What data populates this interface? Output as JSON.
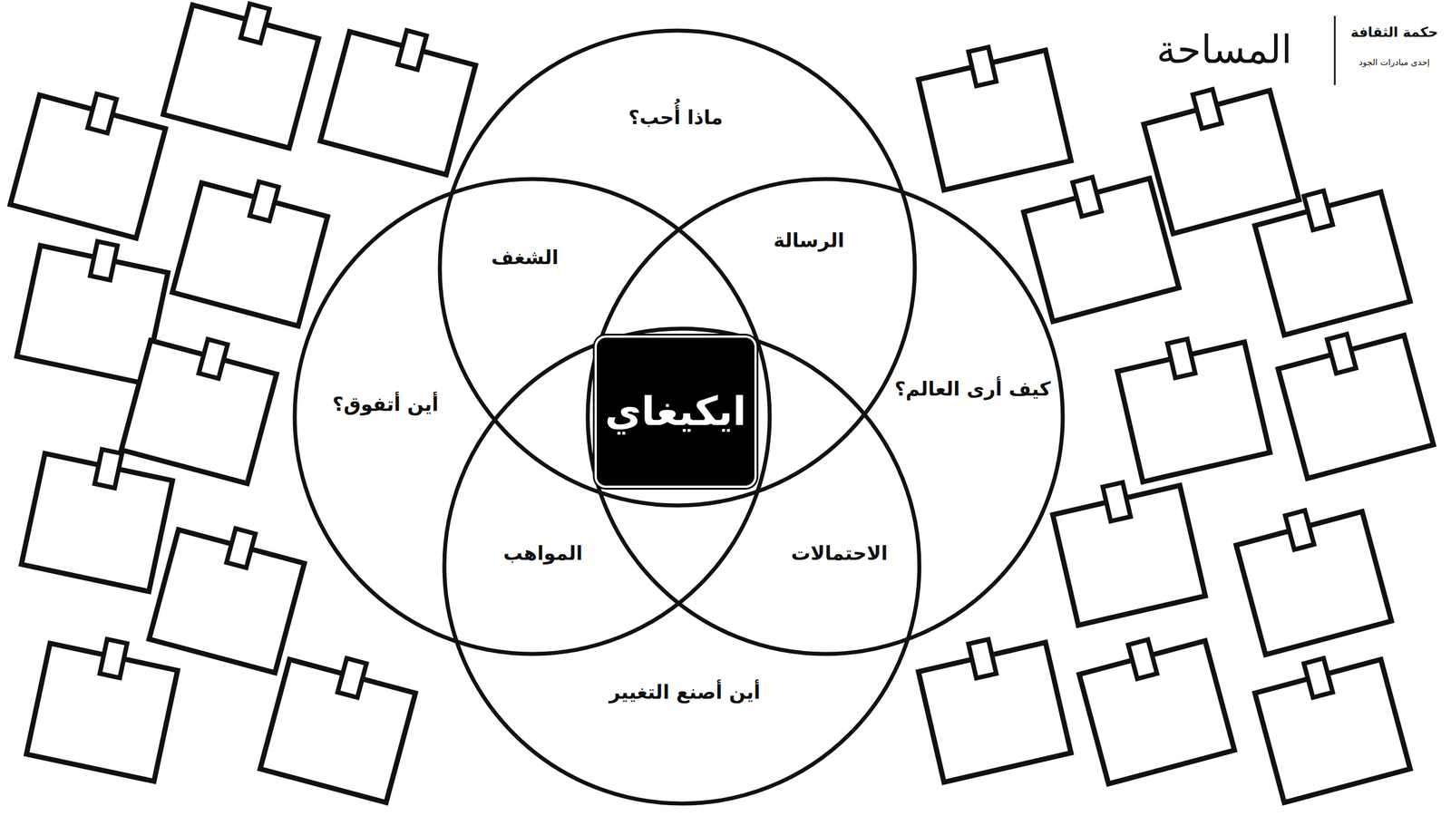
{
  "diagram": {
    "nodes": [
      {
        "text": [
          "ماذا أُحب؟"
        ]
      },
      {
        "text": [
          "أين أتفوق؟"
        ]
      },
      {
        "text": [
          "كيف أرى العالم؟"
        ]
      },
      {
        "text": [
          "ايكيغاي"
        ]
      },
      {
        "text": [
          "أين أصنع التغيير"
        ]
      }
    ],
    "labels": [
      "حكمة الثقافة",
      "إحدى مبادرات الجود",
      "المساحة",
      "الشغف",
      "الرسالة",
      "المواهب",
      "الاحتمالات"
    ]
  }
}
